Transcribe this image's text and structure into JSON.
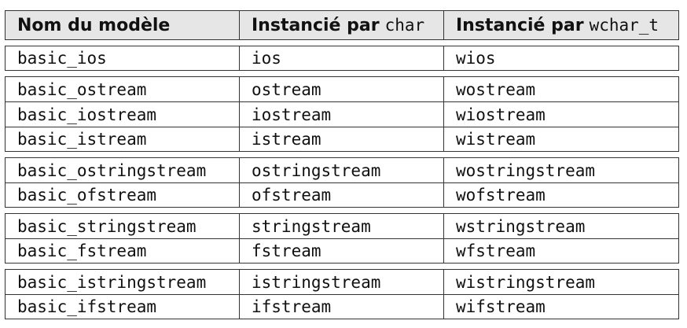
{
  "header": {
    "col1": "Nom du modèle",
    "col2_text": "Instancié par",
    "col2_code": "char",
    "col3_text": "Instancié par",
    "col3_code": "wchar_t"
  },
  "groups": [
    [
      [
        "basic_ios",
        "ios",
        "wios"
      ]
    ],
    [
      [
        "basic_ostream",
        "ostream",
        "wostream"
      ],
      [
        "basic_iostream",
        "iostream",
        "wiostream"
      ],
      [
        "basic_istream",
        "istream",
        "wistream"
      ]
    ],
    [
      [
        "basic_ostringstream",
        "ostringstream",
        "wostringstream"
      ],
      [
        "basic_ofstream",
        "ofstream",
        "wofstream"
      ]
    ],
    [
      [
        "basic_stringstream",
        "stringstream",
        "wstringstream"
      ],
      [
        "basic_fstream",
        "fstream",
        "wfstream"
      ]
    ],
    [
      [
        "basic_istringstream",
        "istringstream",
        "wistringstream"
      ],
      [
        "basic_ifstream",
        "ifstream",
        "wifstream"
      ]
    ]
  ]
}
